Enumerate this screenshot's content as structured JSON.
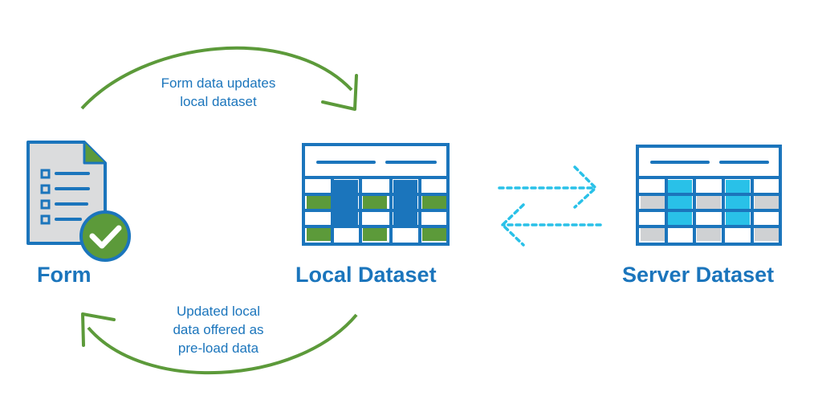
{
  "nodes": {
    "form": {
      "label": "Form"
    },
    "local": {
      "label": "Local Dataset"
    },
    "server": {
      "label": "Server Dataset"
    }
  },
  "edges": {
    "top": {
      "lines": [
        "Form data updates",
        "local dataset"
      ]
    },
    "bottom": {
      "lines": [
        "Updated local",
        "data offered as",
        "pre-load data"
      ]
    }
  },
  "colors": {
    "blue": "#1b75bc",
    "green": "#5c9a3a",
    "cyan": "#29c1e8",
    "gray": "#cfd1d3",
    "page": "#dbdcdd"
  }
}
